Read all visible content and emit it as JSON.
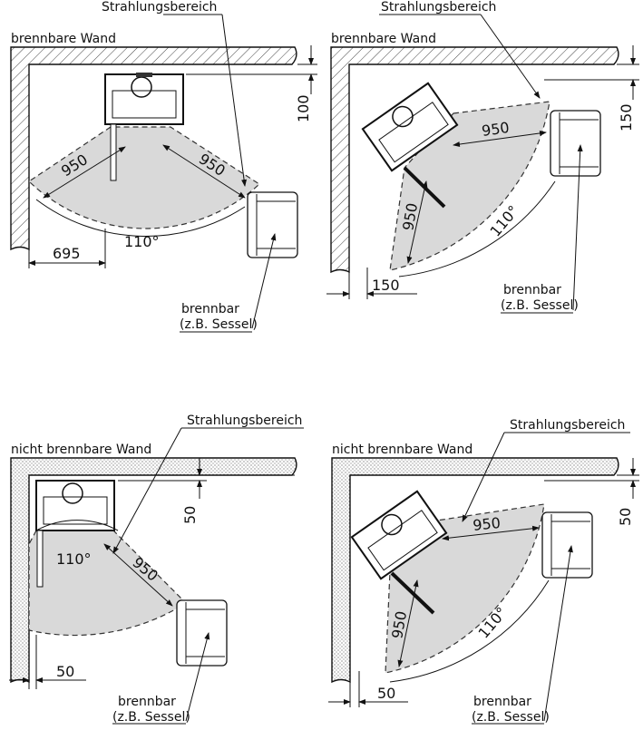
{
  "panels": [
    {
      "wall_label": "brennbare Wand",
      "radiation_label": "Strahlungsbereich",
      "combustible_label": "brennbar",
      "combustible_example": "(z.B. Sessel)",
      "dim_wall_distance": "100",
      "dim_radius_left": "950",
      "dim_radius_right": "950",
      "dim_angle": "110°",
      "dim_side": "695"
    },
    {
      "wall_label": "brennbare Wand",
      "radiation_label": "Strahlungsbereich",
      "combustible_label": "brennbar",
      "combustible_example": "(z.B. Sessel)",
      "dim_wall_distance": "150",
      "dim_radius_top": "950",
      "dim_radius_bottom": "950",
      "dim_angle": "110°",
      "dim_side": "150"
    },
    {
      "wall_label": "nicht brennbare Wand",
      "radiation_label": "Strahlungsbereich",
      "combustible_label": "brennbar",
      "combustible_example": "(z.B. Sessel)",
      "dim_wall_distance": "50",
      "dim_radius": "950",
      "dim_angle": "110°",
      "dim_side": "50"
    },
    {
      "wall_label": "nicht brennbare Wand",
      "radiation_label": "Strahlungsbereich",
      "combustible_label": "brennbar",
      "combustible_example": "(z.B. Sessel)",
      "dim_wall_distance": "50",
      "dim_radius_top": "950",
      "dim_radius_bottom": "950",
      "dim_angle": "110°",
      "dim_side": "50"
    }
  ]
}
